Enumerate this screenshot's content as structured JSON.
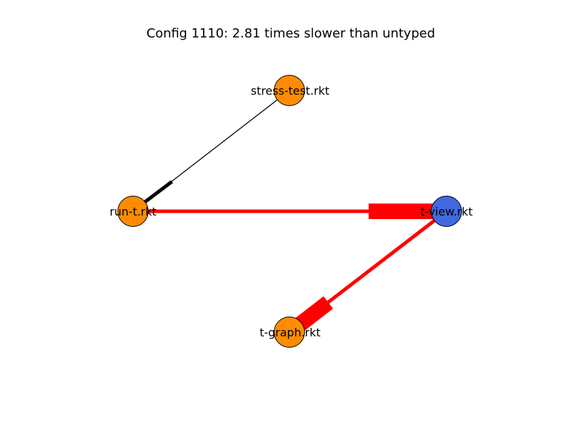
{
  "diagram": {
    "title": "Config 1110: 2.81 times slower than untyped",
    "colors": {
      "typed_node": "#ff8c00",
      "untyped_node": "#4169e1",
      "node_border": "#000000",
      "boundary_fast": "#000000",
      "boundary_slow": "#ff0000",
      "background": "#ffffff"
    },
    "nodes": [
      {
        "id": "stress-test",
        "label": "stress-test.rkt",
        "kind": "typed"
      },
      {
        "id": "run-t",
        "label": "run-t.rkt",
        "kind": "typed"
      },
      {
        "id": "t-view",
        "label": "t-view.rkt",
        "kind": "untyped"
      },
      {
        "id": "t-graph",
        "label": "t-graph.rkt",
        "kind": "typed"
      }
    ],
    "edges": [
      {
        "from": "stress-test",
        "to": "run-t",
        "color": "#000000",
        "style": "thin-with-arrow-bar"
      },
      {
        "from": "run-t",
        "to": "t-view",
        "color": "#ff0000",
        "style": "thick-with-arrow-bar"
      },
      {
        "from": "t-view",
        "to": "t-graph",
        "color": "#ff0000",
        "style": "thick-with-arrow-bar"
      }
    ]
  }
}
